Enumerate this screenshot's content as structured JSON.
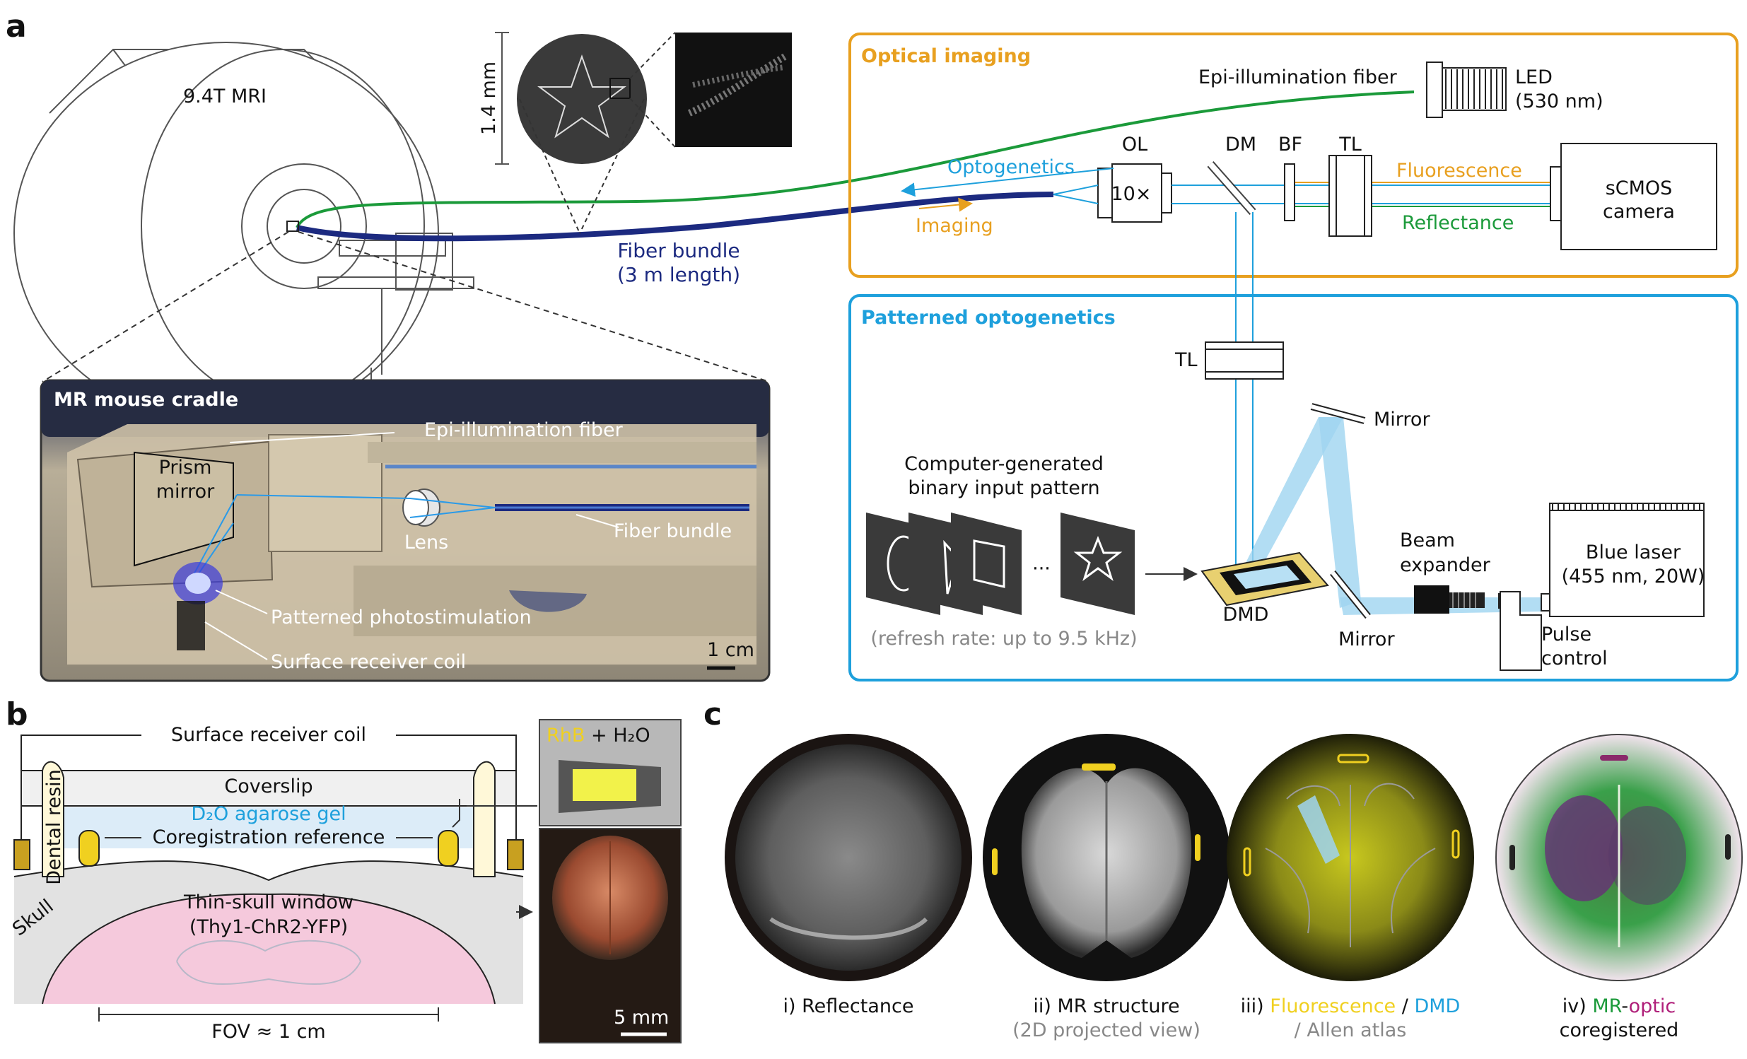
{
  "colors": {
    "orange": "#e8a020",
    "blue": "#1ea0dc",
    "navy": "#1c2a80",
    "green": "#1b9a3a",
    "fluor_yellow": "#f0d020",
    "magenta": "#b0207a",
    "pink": "#f5c9dc",
    "gel_blue": "#dcecf8"
  },
  "panel_a": {
    "label": "a",
    "mri_label": "9.4T MRI",
    "scale_label": "1.4 mm",
    "fiber_bundle_label": "Fiber bundle",
    "fiber_bundle_length": "(3 m length)",
    "optical_imaging": {
      "title": "Optical imaging",
      "epi_fiber": "Epi-illumination fiber",
      "led_line1": "LED",
      "led_line2": "(530 nm)",
      "ol": "OL",
      "dm": "DM",
      "bf": "BF",
      "tl": "TL",
      "objective_mag": "10×",
      "optogenetics": "Optogenetics",
      "imaging": "Imaging",
      "fluorescence": "Fluorescence",
      "reflectance": "Reflectance",
      "camera_line1": "sCMOS",
      "camera_line2": "camera"
    },
    "patterned_optogenetics": {
      "title": "Patterned optogenetics",
      "tl": "TL",
      "mirror_top": "Mirror",
      "mirror_bottom": "Mirror",
      "pattern_line1": "Computer-generated",
      "pattern_line2": "binary input pattern",
      "ellipsis": "···",
      "refresh_rate": "(refresh rate: up to 9.5 kHz)",
      "dmd": "DMD",
      "beam_expander_line1": "Beam",
      "beam_expander_line2": "expander",
      "laser_line1": "Blue laser",
      "laser_line2": "(455 nm, 20W)",
      "pulse_line1": "Pulse",
      "pulse_line2": "control"
    },
    "cradle": {
      "title": "MR mouse cradle",
      "epi_fiber": "Epi-illumination fiber",
      "prism_line1": "Prism",
      "prism_line2": "mirror",
      "lens": "Lens",
      "fiber_bundle": "Fiber bundle",
      "photostim": "Patterned photostimulation",
      "coil": "Surface receiver coil",
      "scale": "1 cm"
    }
  },
  "panel_b": {
    "label": "b",
    "coil": "Surface receiver coil",
    "coverslip": "Coverslip",
    "gel": "D₂O agarose gel",
    "coreg_ref": "Coregistration reference",
    "dental_resin": "Dental resin",
    "skull": "Skull",
    "window_line1": "Thin-skull window",
    "window_line2": "(Thy1-ChR2-YFP)",
    "fov": "FOV ≈ 1 cm",
    "rhb": "RhB",
    "rhb_rest": " + H₂O",
    "photo_scale": "5 mm"
  },
  "panel_c": {
    "label": "c",
    "cap1": "i) Reflectance",
    "cap2_line1": "ii) MR structure",
    "cap2_line2": "(2D projected view)",
    "cap3_prefix": "iii) ",
    "cap3_fluor": "Fluorescence",
    "cap3_sep": "  / ",
    "cap3_dmd": "DMD",
    "cap3_line2": "/ Allen atlas",
    "cap4_prefix": "iv) ",
    "cap4_mr": "MR",
    "cap4_dash": "-",
    "cap4_optic": "optic",
    "cap4_line2": "coregistered"
  }
}
